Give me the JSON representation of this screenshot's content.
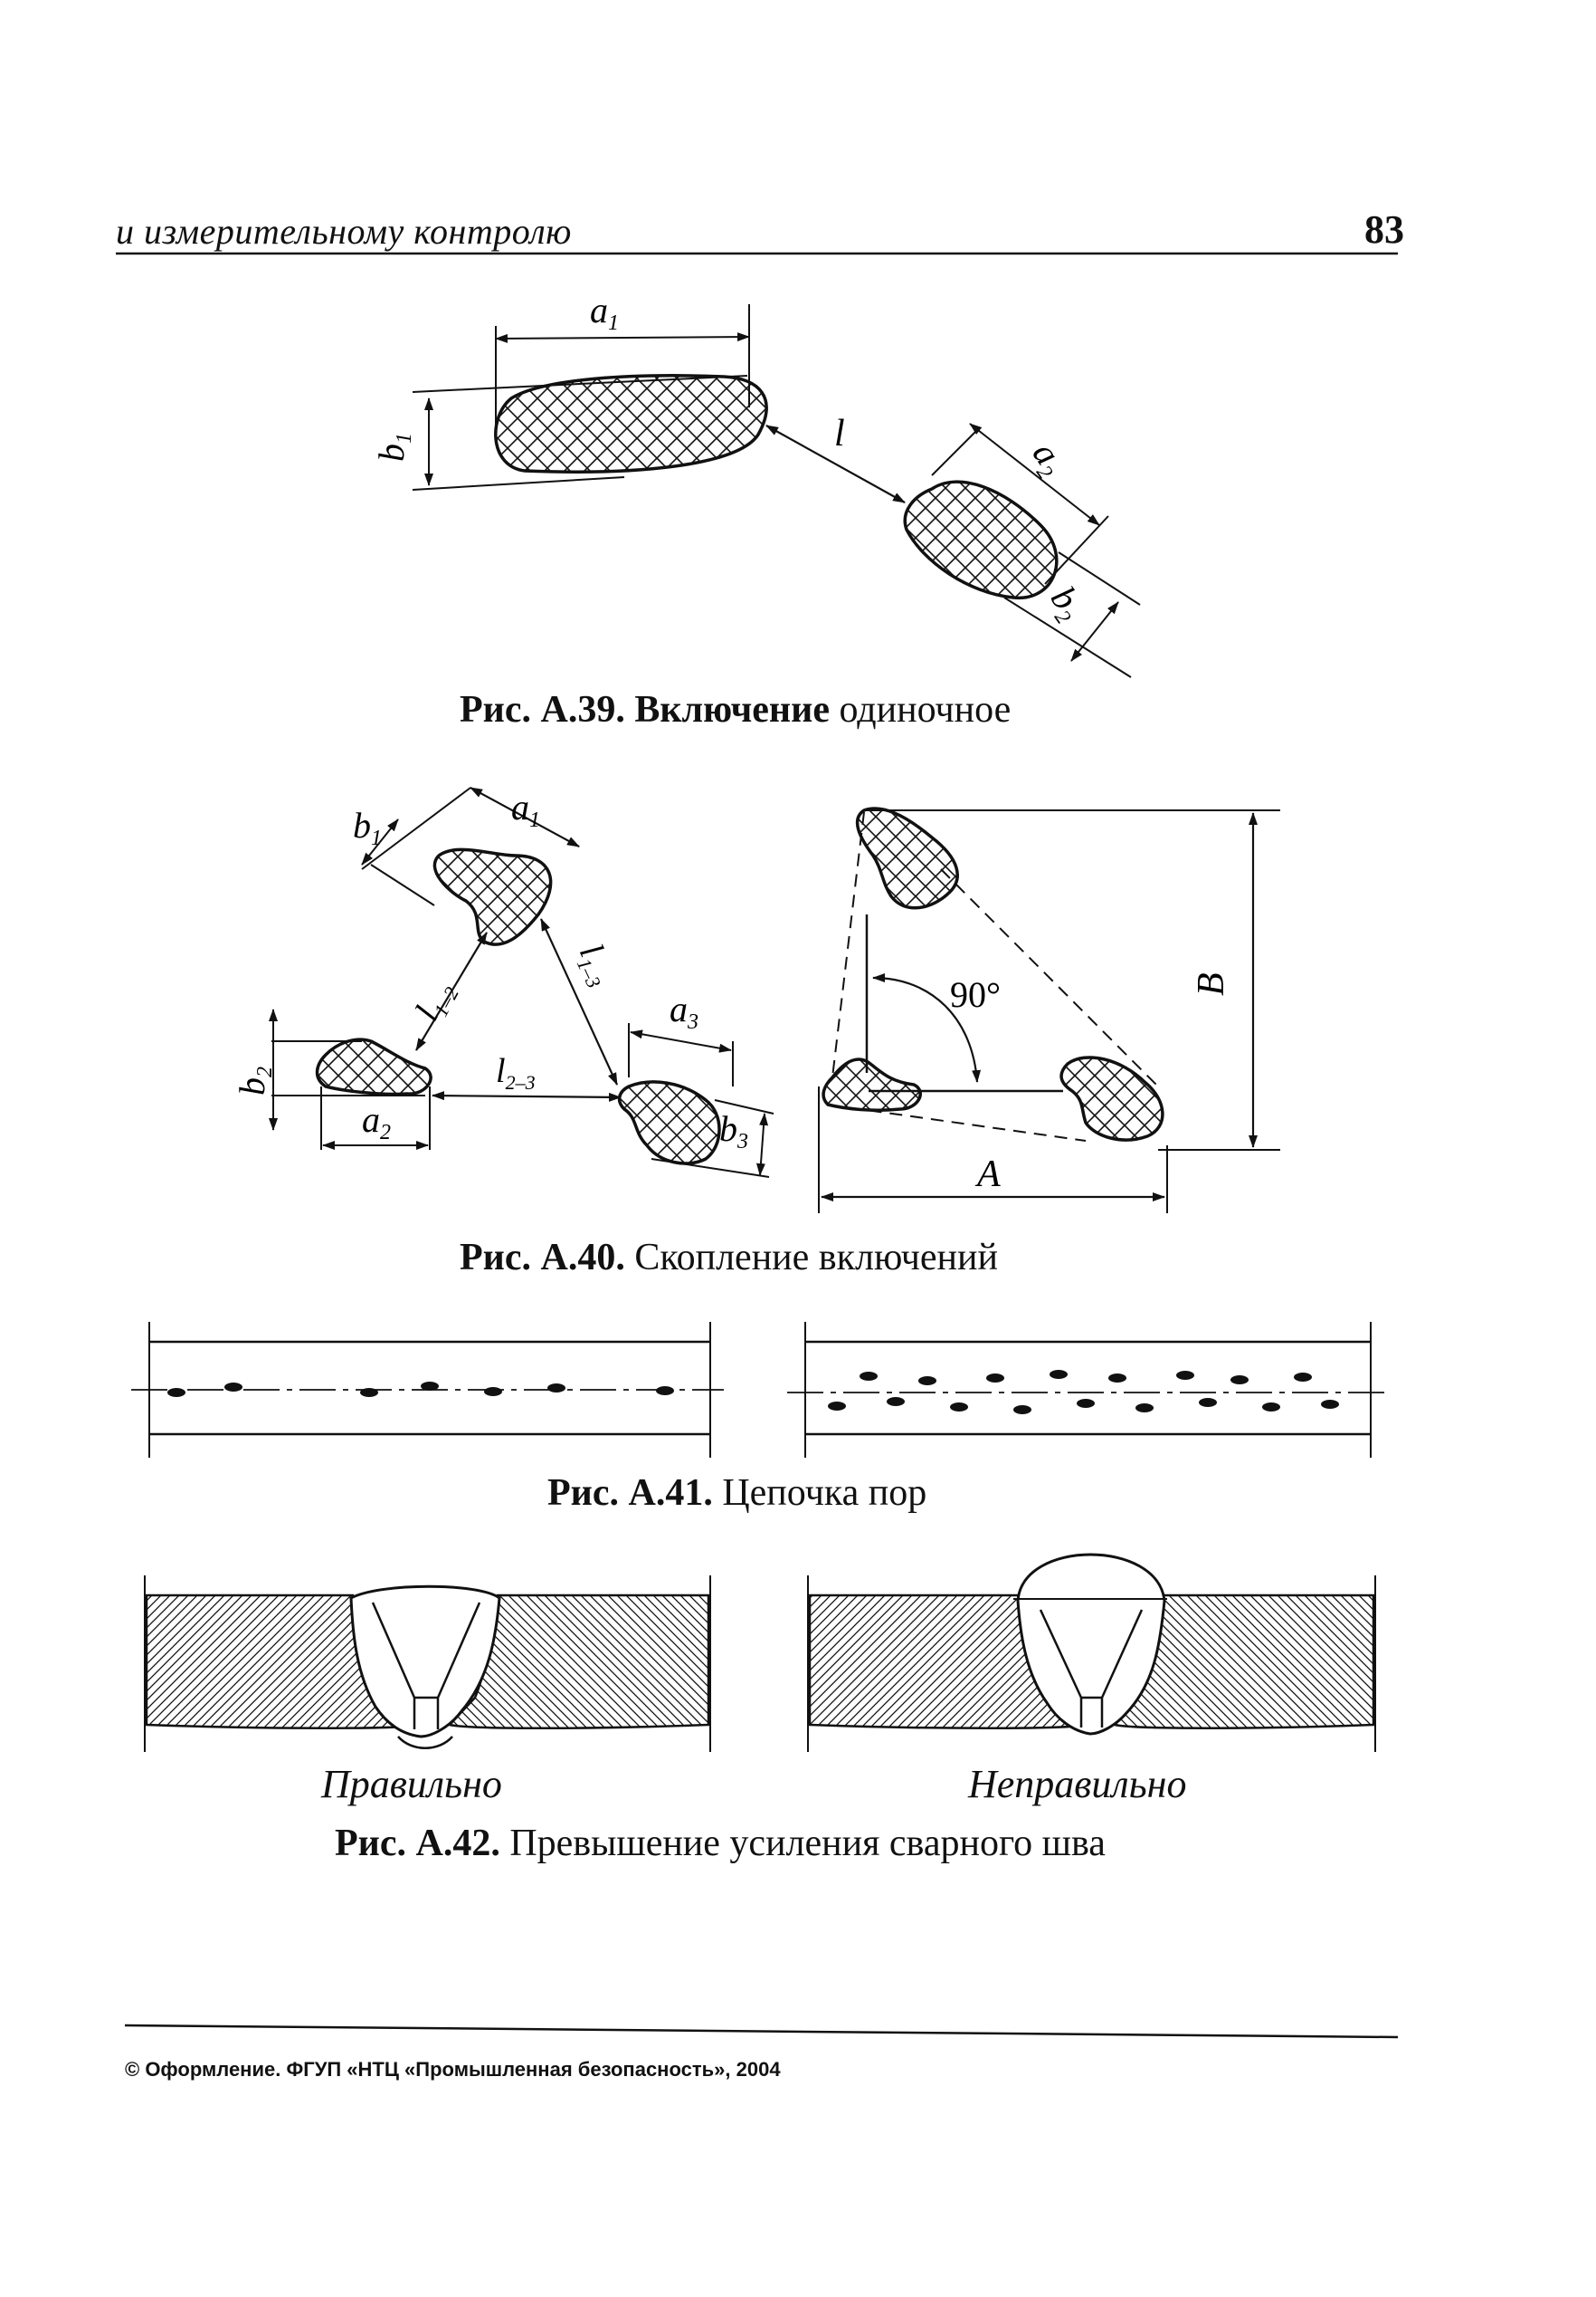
{
  "header": {
    "running_title": "и измерительному контролю",
    "page_number": "83"
  },
  "fig39": {
    "caption_prefix": "Рис. А.39.",
    "caption_bold": "Включение",
    "caption_rest": "одиночное",
    "labels": {
      "a1": "a",
      "a1_sub": "1",
      "b1": "b",
      "b1_sub": "1",
      "l": "l",
      "a2": "a",
      "a2_sub": "2",
      "b2": "b",
      "b2_sub": "2"
    }
  },
  "fig40": {
    "caption_prefix": "Рис. А.40.",
    "caption_rest": "Скопление включений",
    "labels": {
      "a1": "a",
      "a1_sub": "1",
      "b1": "b",
      "b1_sub": "1",
      "l12": "l",
      "l12_sub": "1–2",
      "l13": "l",
      "l13_sub": "1–3",
      "l23": "l",
      "l23_sub": "2–3",
      "a2": "a",
      "a2_sub": "2",
      "b2": "b",
      "b2_sub": "2",
      "a3": "a",
      "a3_sub": "3",
      "b3": "b",
      "b3_sub": "3",
      "angle": "90°",
      "A": "A",
      "B": "B"
    }
  },
  "fig41": {
    "caption_prefix": "Рис. А.41.",
    "caption_rest": "Цепочка пор"
  },
  "fig42": {
    "caption_prefix": "Рис. А.42.",
    "caption_rest": "Превышение усиления сварного шва",
    "left_label": "Правильно",
    "right_label": "Неправильно"
  },
  "footer": {
    "text": "© Оформление. ФГУП «НТЦ «Промышленная безопасность», 2004"
  }
}
